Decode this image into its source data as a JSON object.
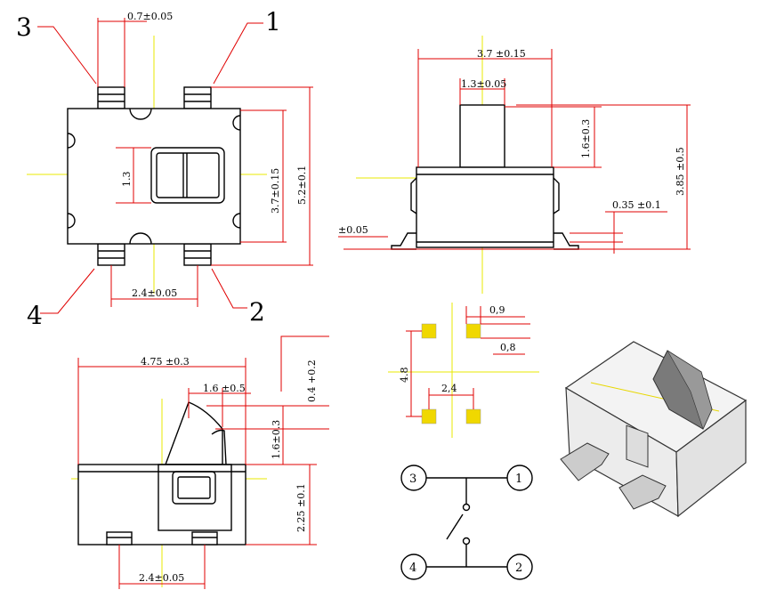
{
  "top_view": {
    "pin_labels": [
      "3",
      "1",
      "4",
      "2"
    ],
    "dims": {
      "pin_width": "0.7±0.05",
      "center_height": "1.3",
      "body_height": "3.7±0.15",
      "overall_height": "5.2±0.1",
      "pin_pitch": "2.4±0.05"
    }
  },
  "front_view": {
    "dims": {
      "body_width": "3.7 ±0.15",
      "actuator_width": "1.3±0.05",
      "actuator_height": "1.6±0.3",
      "total_height": "3.85 ±0.5",
      "lead_height": "0.35 ±0.1",
      "lead_tol": "±0.05"
    }
  },
  "side_view": {
    "dims": {
      "length": "4.75 ±0.3",
      "actuator_len": "1.6 ±0.5",
      "travel": "0.4 +0.2",
      "actuator_height": "1.6±0.3",
      "body_height": "2.25 ±0.1",
      "pin_pitch": "2.4±0.05"
    }
  },
  "pad_layout": {
    "dims": {
      "pad_w": "0,9",
      "pad_h": "0,8",
      "y_pitch": "4.8",
      "x_pitch": "2,4"
    },
    "pad_color": "#f0d800"
  },
  "schematic": {
    "terminals": [
      "3",
      "1",
      "4",
      "2"
    ]
  }
}
